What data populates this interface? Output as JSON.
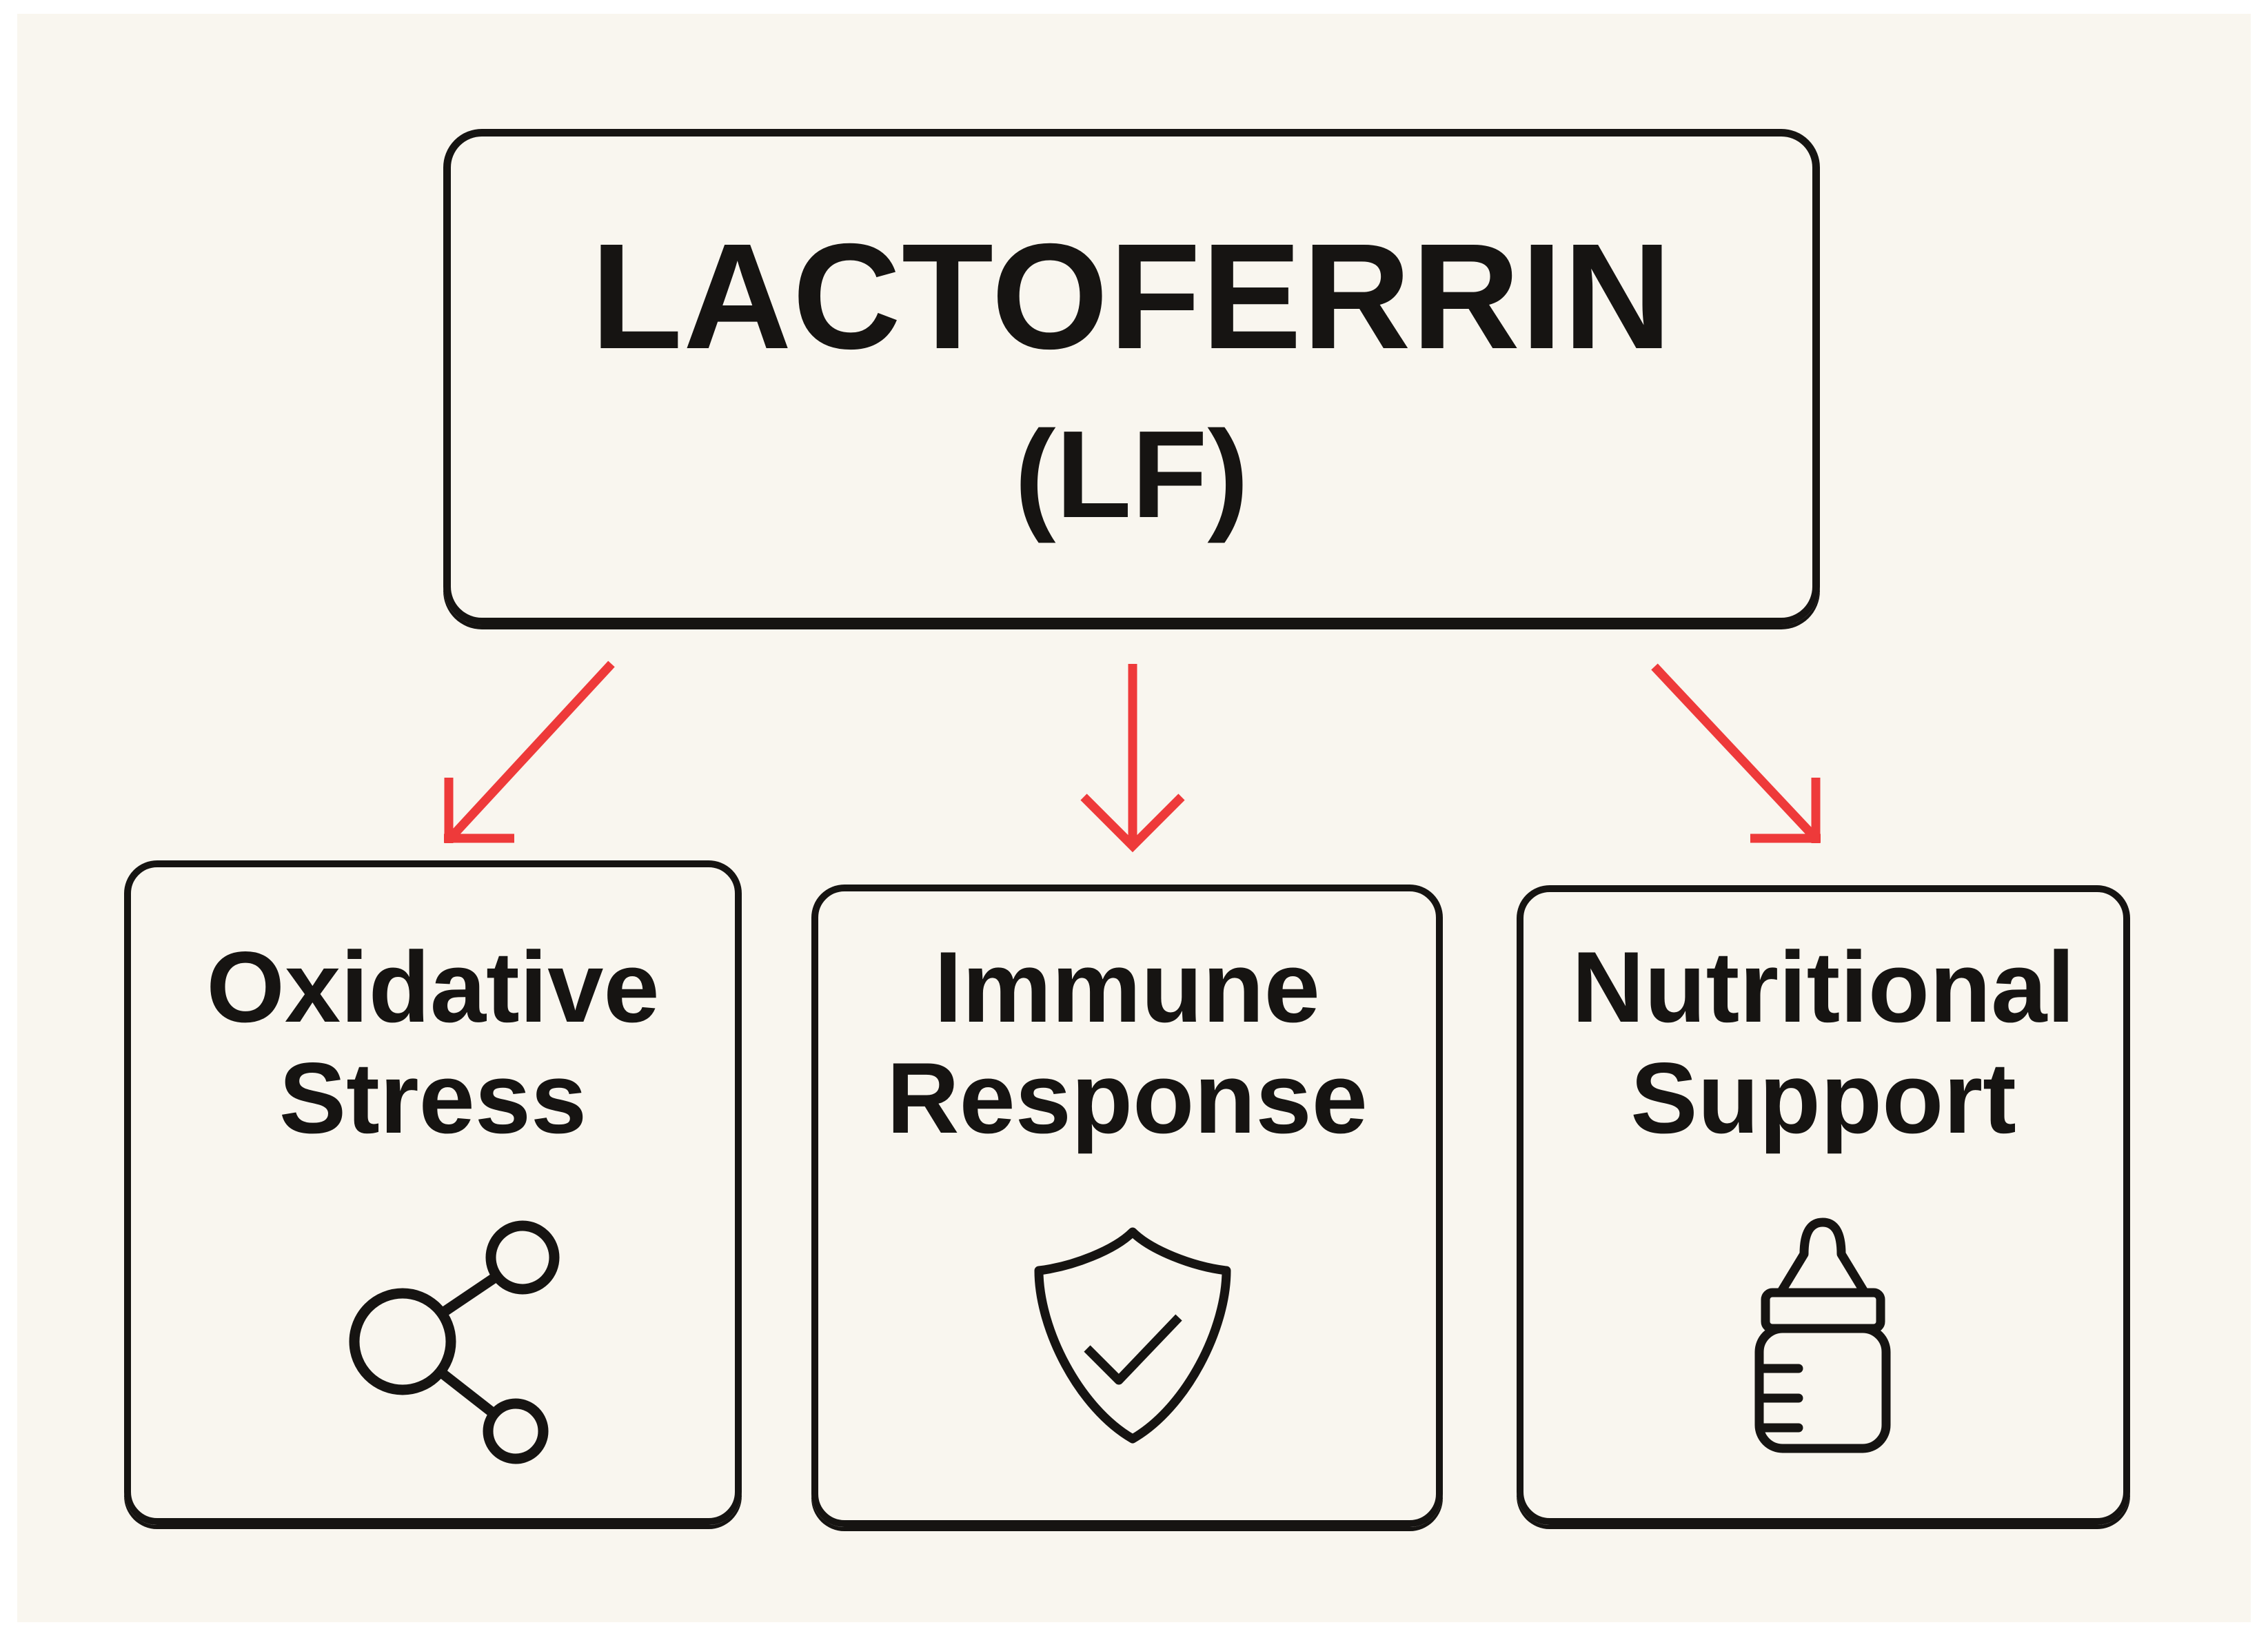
{
  "diagram": {
    "root": {
      "title": "LACTOFERRIN",
      "abbreviation": "(LF)"
    },
    "branches": [
      {
        "label_line1": "Oxidative",
        "label_line2": "Stress",
        "icon": "molecule-icon"
      },
      {
        "label_line1": "Immune",
        "label_line2": "Response",
        "icon": "shield-check-icon"
      },
      {
        "label_line1": "Nutritional",
        "label_line2": "Support",
        "icon": "baby-bottle-icon"
      }
    ],
    "colors": {
      "arrow_red": "#ee3a3a",
      "outline_black": "#161412",
      "background_cream": "#f9f6ef",
      "page_white": "#ffffff"
    }
  }
}
